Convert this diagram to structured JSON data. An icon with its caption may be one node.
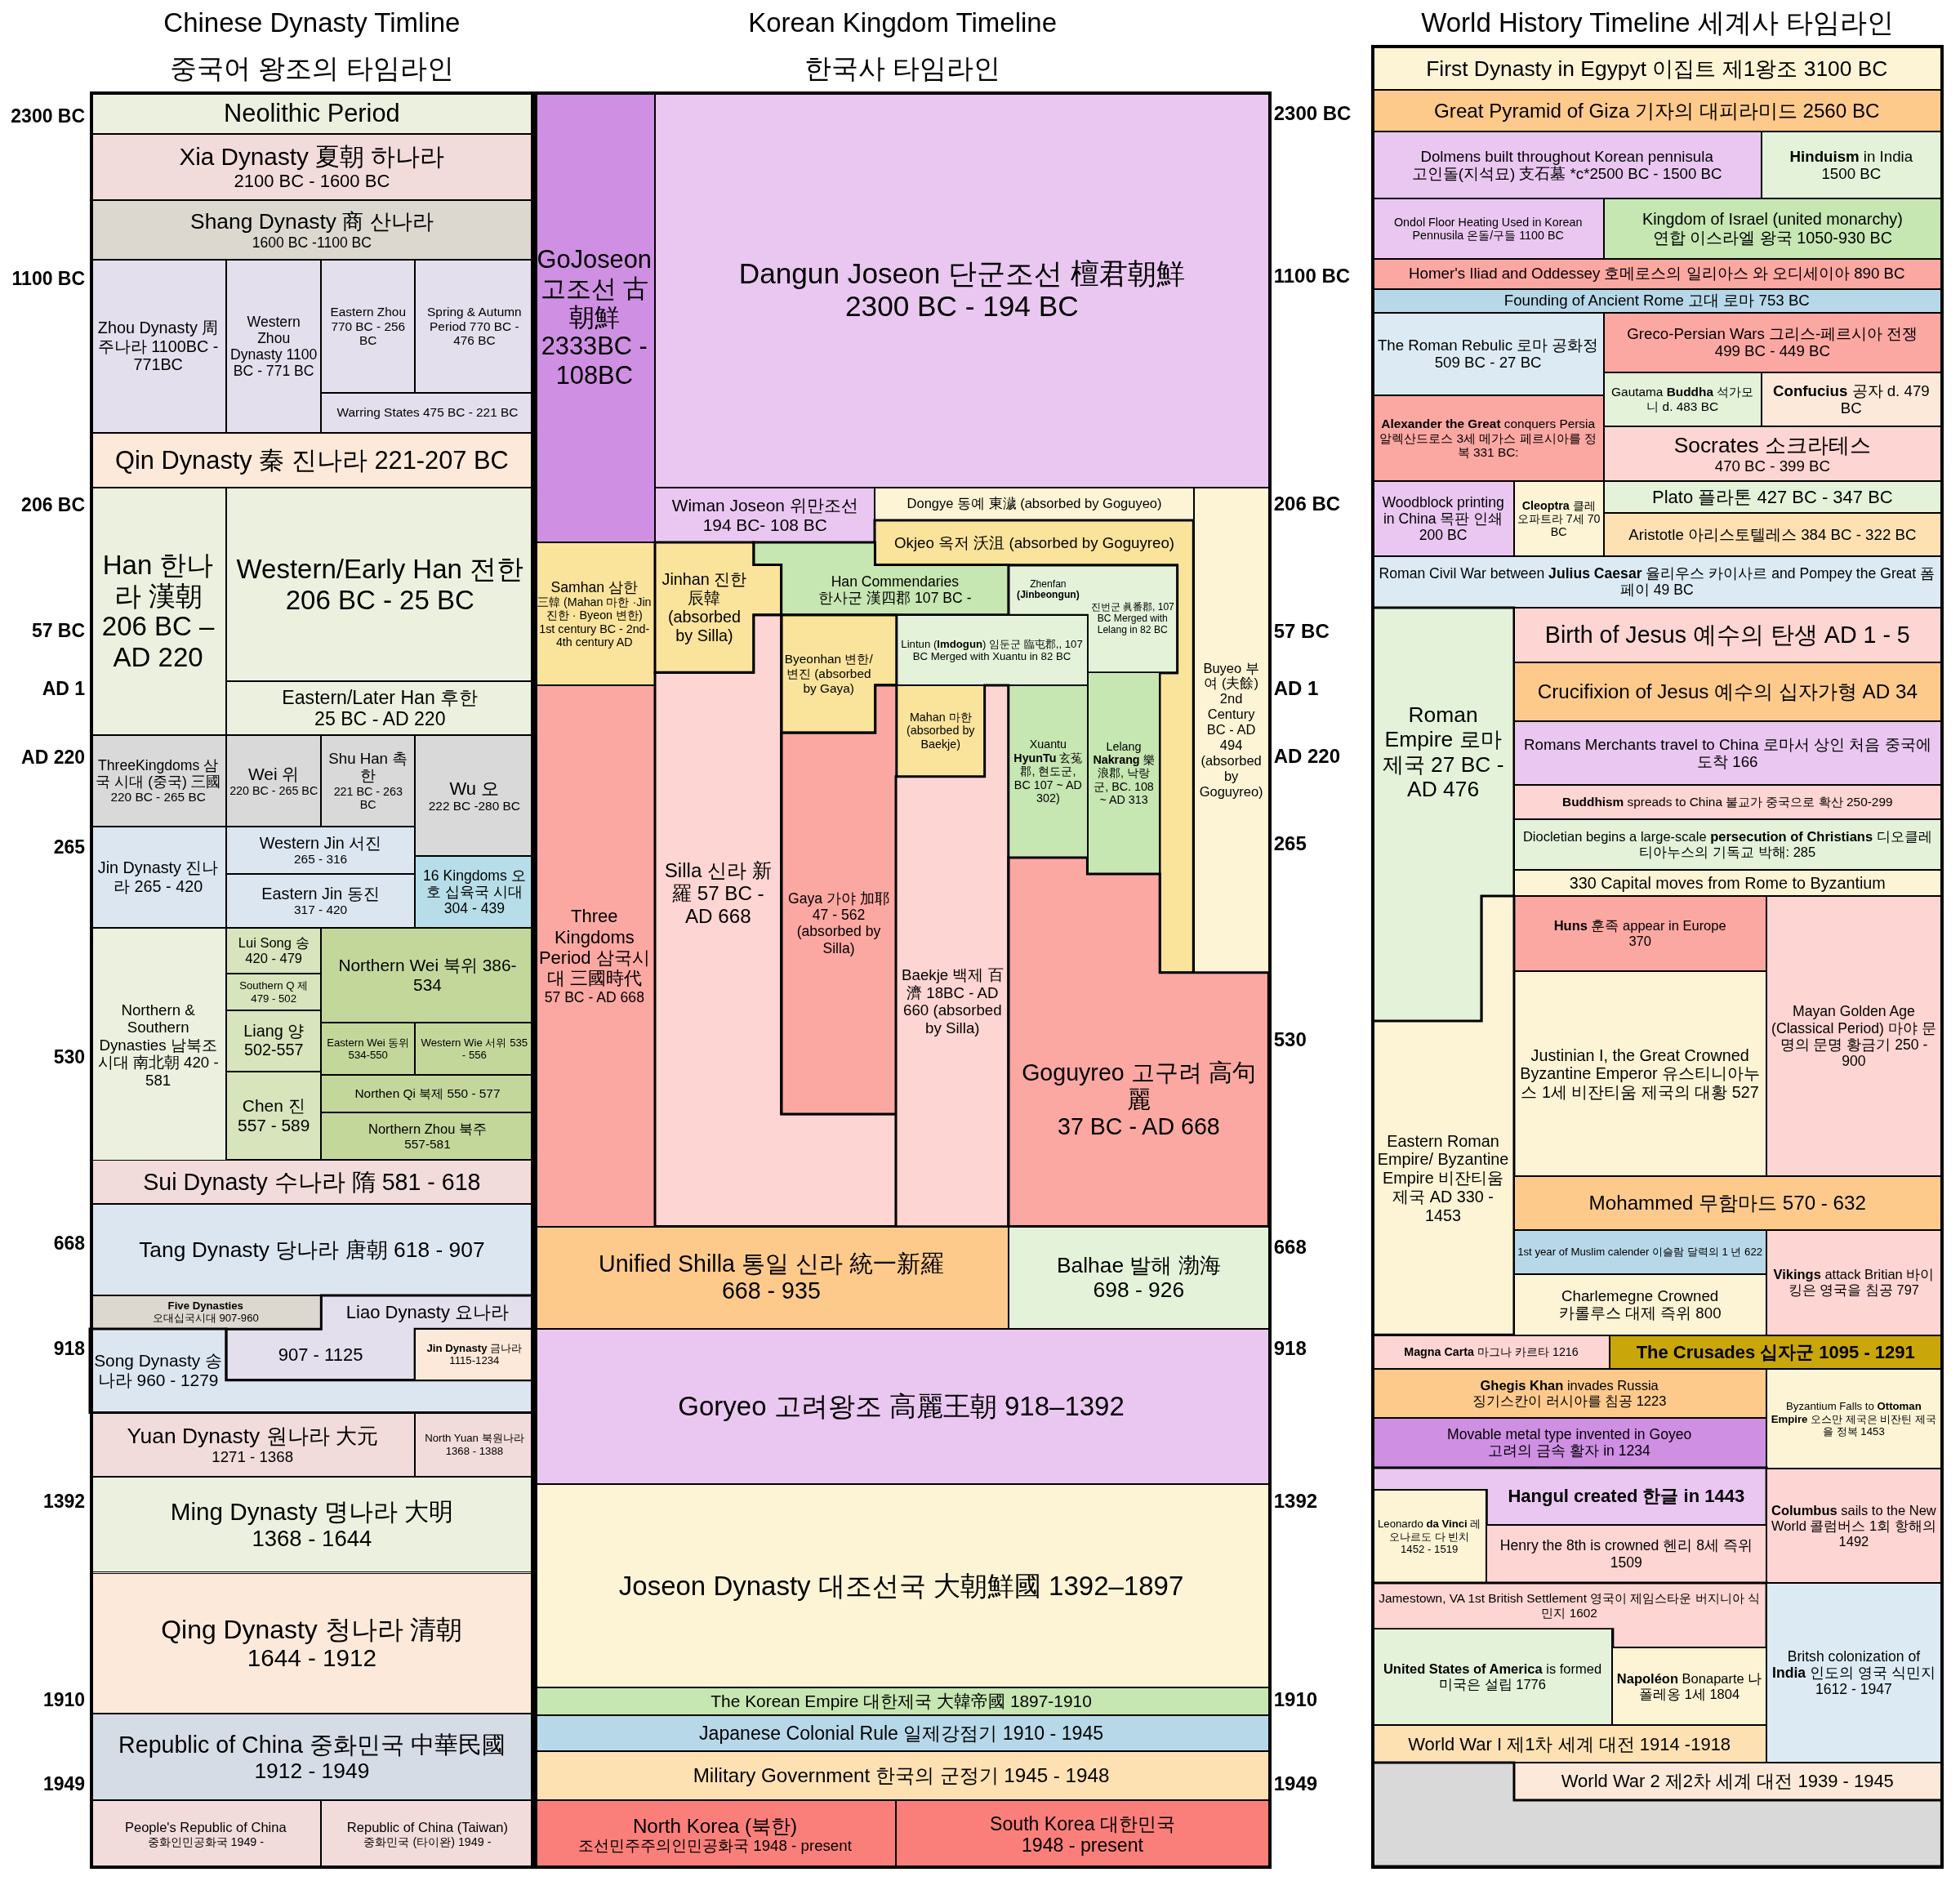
{
  "diagram": {
    "nodes": [
      {
        "text": [
          "Chinese Dynasty Timline",
          "중국어 왕조의 타임라인"
        ]
      },
      {
        "text": [
          "Neolithic Period"
        ],
        "in": 0
      },
      {
        "text": [
          "Xia Dynasty 夏朝 하나라",
          "2100 BC - 1600 BC"
        ],
        "in": 0
      },
      {
        "text": [
          "Shang Dynasty 商 산나라",
          "1600 BC -1100 BC"
        ],
        "in": 0
      },
      {
        "text": [
          "Zhou Dynasty 周 주나라 1100BC - 771BC"
        ],
        "in": 0
      },
      {
        "text": [
          "Western Zhou Dynasty 1100 BC - 771 BC"
        ],
        "in": 0
      },
      {
        "text": [
          "Eastern Zhou 770 BC - 256 BC"
        ],
        "in": 0
      },
      {
        "text": [
          "Spring & Autumn Period 770 BC - 476 BC"
        ],
        "in": 0
      },
      {
        "text": [
          "Warring States 475 BC - 221 BC"
        ],
        "in": 0
      },
      {
        "text": [
          "Qin Dynasty 秦 진나라 221-207 BC"
        ],
        "in": 0
      },
      {
        "text": [
          "Han 한나라 漢朝 206 BC – AD 220"
        ],
        "in": 0
      },
      {
        "text": [
          "Western/Early Han 전한",
          "206 BC - 25 BC"
        ],
        "in": 0
      },
      {
        "text": [
          "Eastern/Later Han 후한",
          "25 BC - AD 220"
        ],
        "in": 0
      },
      {
        "text": [
          "ThreeKingdoms 삼국 시대 (중국) 三國",
          "220 BC - 265 BC"
        ],
        "in": 0
      },
      {
        "text": [
          "Wei 위",
          "220 BC - 265 BC"
        ],
        "in": 0
      },
      {
        "text": [
          "Shu Han 촉한",
          "221 BC - 263 BC"
        ],
        "in": 0
      },
      {
        "text": [
          "Wu 오",
          "222 BC -280 BC"
        ],
        "in": 0
      },
      {
        "text": [
          "Jin Dynasty 진나라 265 - 420"
        ],
        "in": 0
      },
      {
        "text": [
          "Western Jin 서진",
          "265 - 316"
        ],
        "in": 0
      },
      {
        "text": [
          "Eastern Jin 동진",
          "317 - 420"
        ],
        "in": 0
      },
      {
        "text": [
          "16 Kingdoms 오호 십육국 시대 304 - 439"
        ],
        "in": 0
      },
      {
        "text": [
          "Northern & Southern Dynasties 남북조 시대 南北朝 420 - 581"
        ],
        "in": 0
      },
      {
        "text": [
          "Lui Song 송 420 - 479"
        ],
        "in": 0
      },
      {
        "text": [
          "Southern Q 제 479 - 502"
        ],
        "in": 0
      },
      {
        "text": [
          "Liang 양 502-557"
        ],
        "in": 0
      },
      {
        "text": [
          "Chen 진 557 - 589"
        ],
        "in": 0
      },
      {
        "text": [
          "Northern Wei 북위 386-534"
        ],
        "in": 0
      },
      {
        "text": [
          "Eastern Wei 동위 534-550"
        ],
        "in": 0
      },
      {
        "text": [
          "Western Wie 서위 535 - 556"
        ],
        "in": 0
      },
      {
        "text": [
          "Northen Qi 북제 550 - 577"
        ],
        "in": 0
      },
      {
        "text": [
          "Northern Zhou 북주",
          "557-581"
        ],
        "in": 0
      },
      {
        "text": [
          "Sui Dynasty 수나라 隋 581 - 618"
        ],
        "in": 0
      },
      {
        "text": [
          "Tang Dynasty 당나라 唐朝 618 - 907"
        ],
        "in": 0
      },
      {
        "text": [
          "Five Dynasties",
          "오대십국시대 907-960"
        ],
        "in": 0
      },
      {
        "text": [
          "Liao Dynasty 요나라",
          "907 - 1125"
        ],
        "in": 0
      },
      {
        "text": [
          "Song Dynasty 송나라 960 - 1279"
        ],
        "in": 0
      },
      {
        "text": [
          "**Jin Dynasty** 금나라 1115-1234"
        ],
        "in": 0
      },
      {
        "text": [
          "Yuan Dynasty 원나라 大元",
          "1271 - 1368"
        ],
        "in": 0
      },
      {
        "text": [
          "North Yuan 북원나라 1368 - 1388"
        ],
        "in": 0
      },
      {
        "text": [
          "Ming Dynasty 명나라 大明",
          "1368 - 1644"
        ],
        "in": 0
      },
      {
        "text": [
          "Qing Dynasty 청나라 清朝",
          "1644 - 1912"
        ],
        "in": 0
      },
      {
        "text": [
          "Republic of China 중화민국 中華民國",
          "1912 - 1949"
        ],
        "in": 0
      },
      {
        "text": [
          "People's Republic of China",
          "중화인민공화국 1949 -"
        ],
        "in": 0
      },
      {
        "text": [
          "Republic of China (Taiwan)",
          "중화민국 (타이완) 1949 -"
        ],
        "in": 0
      },
      {
        "text": [
          "Korean Kingdom Timeline",
          "한국사 타임라인"
        ]
      },
      {
        "text": [
          "GoJoseon 고조선 古朝鮮 2333BC - 108BC"
        ],
        "in": 44
      },
      {
        "text": [
          "Dangun Joseon 단군조선 檀君朝鮮",
          "2300 BC - 194 BC"
        ],
        "in": 44
      },
      {
        "text": [
          "Wiman Joseon 위만조선",
          "194 BC- 108 BC"
        ],
        "in": 44
      },
      {
        "text": [
          "Dongye 동예 東濊 (absorbed by Goguyeo)"
        ],
        "in": 44
      },
      {
        "text": [
          "Buyeo 부여 (夫餘) 2nd Century BC - AD 494 (absorbed by Goguyreo)"
        ],
        "in": 44
      },
      {
        "text": [
          "Okjeo 옥저 沃沮 (absorbed by Goguyreo)"
        ],
        "in": 44
      },
      {
        "text": [
          "Samhan 삼한",
          "三韓 (Mahan 마한 ·Jin 진한 · Byeon 변한) 1st century BC - 2nd-4th century AD"
        ],
        "in": 44
      },
      {
        "text": [
          "Jinhan 진한 辰韓 (absorbed by Silla)"
        ],
        "in": 44
      },
      {
        "text": [
          "Han Commendaries",
          "한사군 漢四郡 107 BC -"
        ],
        "in": 44
      },
      {
        "text": [
          "Zhenfan **(Jinbeongun)**",
          "진번군 眞番郡, 107 BC Merged with Lelang in 82 BC"
        ],
        "in": 44
      },
      {
        "text": [
          "Lintun (**Imdogun**) 임둔군 臨屯郡,, 107 BC Merged with Xuantu in 82 BC"
        ],
        "in": 44
      },
      {
        "text": [
          "Byeonhan 변한/변진 (absorbed by Gaya)"
        ],
        "in": 44
      },
      {
        "text": [
          "Mahan 마한 (absorbed by Baekje)"
        ],
        "in": 44
      },
      {
        "text": [
          "Xuantu **HyunTu** 玄菟郡, 현도군, BC 107 ~ AD 302)"
        ],
        "in": 44
      },
      {
        "text": [
          "Lelang **Nakrang** 樂浪郡, 낙랑군, BC. 108 ~ AD 313"
        ],
        "in": 44
      },
      {
        "text": [
          "Three Kingdoms Period 삼국시대 三國時代",
          "57 BC - AD 668"
        ],
        "in": 44
      },
      {
        "text": [
          "Silla 신라 新羅 57 BC - AD 668"
        ],
        "in": 44
      },
      {
        "text": [
          "Gaya 가야 加耶 47 - 562 (absorbed by Silla)"
        ],
        "in": 44
      },
      {
        "text": [
          "Baekje 백제 百濟 18BC - AD 660 (absorbed by Silla)"
        ],
        "in": 44
      },
      {
        "text": [
          "Goguyreo 고구려 高句麗",
          "37 BC - AD 668"
        ],
        "in": 44
      },
      {
        "text": [
          "Unified Shilla 통일 신라 統一新羅",
          "668 - 935"
        ],
        "in": 44
      },
      {
        "text": [
          "Balhae 발해 渤海",
          "698 - 926"
        ],
        "in": 44
      },
      {
        "text": [
          "Goryeo 고려왕조 高麗王朝 918–1392"
        ],
        "in": 44
      },
      {
        "text": [
          "Joseon Dynasty 대조선국 大朝鮮國 1392–1897"
        ],
        "in": 44
      },
      {
        "text": [
          "The Korean Empire 대한제국 大韓帝國 1897-1910"
        ],
        "in": 44
      },
      {
        "text": [
          "Japanese Colonial Rule 일제강점기 1910 - 1945"
        ],
        "in": 44
      },
      {
        "text": [
          "Military Government 한국의 군정기 1945 - 1948"
        ],
        "in": 44
      },
      {
        "text": [
          "North Korea (북한)",
          "조선민주주의인민공화국 1948 - present"
        ],
        "in": 44
      },
      {
        "text": [
          "South Korea 대한민국",
          "1948 - present"
        ],
        "in": 44
      },
      {
        "text": [
          "World History Timeline 세계사 타임라인"
        ]
      },
      {
        "text": [
          "First Dynasty in Egypyt 이집트 제1왕조 3100 BC"
        ],
        "in": 74
      },
      {
        "text": [
          "Great Pyramid of Giza 기자의 대피라미드 2560 BC"
        ],
        "in": 74
      },
      {
        "text": [
          "Dolmens built throughout Korean pennisula",
          "고인돌(지석묘) 支石墓 *c*2500 BC - 1500 BC"
        ],
        "in": 74
      },
      {
        "text": [
          "**Hinduism** in India",
          "1500 BC"
        ],
        "in": 74
      },
      {
        "text": [
          "Ondol Floor Heating Used in Korean Pennusila 온돌/구들 1100 BC"
        ],
        "in": 74
      },
      {
        "text": [
          "Kingdom of Israel (united monarchy)",
          "연합 이스라엘 왕국 1050-930 BC"
        ],
        "in": 74
      },
      {
        "text": [
          "Homer's Iliad and Oddessey 호메로스의 일리아스 와 오디세이아 890 BC"
        ],
        "in": 74
      },
      {
        "text": [
          "Founding of Ancient Rome 고대 로마 753 BC"
        ],
        "in": 74
      },
      {
        "text": [
          "The Roman Rebulic 로마 공화정 509 BC - 27 BC"
        ],
        "in": 74
      },
      {
        "text": [
          "Greco-Persian Wars 그리스-페르시아 전쟁",
          "499 BC - 449 BC"
        ],
        "in": 74
      },
      {
        "text": [
          "Gautama **Buddha** 석가모니 d. 483 BC"
        ],
        "in": 74
      },
      {
        "text": [
          "**Confucius** 공자 d. 479 BC"
        ],
        "in": 74
      },
      {
        "text": [
          "**Alexander the Great** conquers Persia 알렉산드로스 3세 메가스 페르시아를 정복 331 BC:"
        ],
        "in": 74
      },
      {
        "text": [
          "Socrates 소크라테스",
          "470 BC - 399 BC"
        ],
        "in": 74
      },
      {
        "text": [
          "Woodblock printing in China 목판 인쇄 200 BC"
        ],
        "in": 74
      },
      {
        "text": [
          "**Cleoptra** 클레오파트라 7세 70 BC"
        ],
        "in": 74
      },
      {
        "text": [
          "Plato 플라톤 427 BC - 347 BC"
        ],
        "in": 74
      },
      {
        "text": [
          "Aristotle 아리스토텔레스 384 BC - 322 BC"
        ],
        "in": 74
      },
      {
        "text": [
          "Roman Civil War between **Julius Caesar** 율리우스 카이사르 and Pompey the Great 폼페이 49 BC"
        ],
        "in": 74
      },
      {
        "text": [
          "Roman Empire 로마 제국 27 BC - AD 476"
        ],
        "in": 74
      },
      {
        "text": [
          "Birth of Jesus 예수의 탄생 AD 1 - 5"
        ],
        "in": 74
      },
      {
        "text": [
          "Crucifixion of Jesus 예수의 십자가형 AD 34"
        ],
        "in": 74
      },
      {
        "text": [
          "Romans Merchants travel to China 로마서 상인 처음 중국에 도착 166"
        ],
        "in": 74
      },
      {
        "text": [
          "**Buddhism** spreads to China 불교가 중국으로 확산 250-299"
        ],
        "in": 74
      },
      {
        "text": [
          "Diocletian begins a large-scale **persecution of Christians** 디오클레티아누스의 기독교 박해: 285"
        ],
        "in": 74
      },
      {
        "text": [
          "330 Capital moves from Rome to Byzantium"
        ],
        "in": 74
      },
      {
        "text": [
          "**Huns** 훈족 appear in Europe",
          "370"
        ],
        "in": 74
      },
      {
        "text": [
          "Mayan Golden Age (Classical Period) 마야 문명의 문명 황금기 250 - 900"
        ],
        "in": 74
      },
      {
        "text": [
          "Justinian I, the Great Crowned Byzantine Emperor 유스티니아누스 1세 비잔티움 제국의 대황 527"
        ],
        "in": 74
      },
      {
        "text": [
          "Eastern Roman Empire/ Byzantine Empire 비잔티움 제국 AD 330 - 1453"
        ],
        "in": 74
      },
      {
        "text": [
          "Mohammed 무함마드 570 - 632"
        ],
        "in": 74
      },
      {
        "text": [
          "1st year of Muslim calender 이슬람 달력의 1 년 622"
        ],
        "in": 74
      },
      {
        "text": [
          "**Vikings** attack Britian 바이킹은 영국을 침공 797"
        ],
        "in": 74
      },
      {
        "text": [
          "Charlemegne Crowned",
          "카롤루스 대제 즉위 800"
        ],
        "in": 74
      },
      {
        "text": [
          "**Magna Carta** 마그나 카르타 1216"
        ],
        "in": 74
      },
      {
        "text": [
          "The Crusades 십자군 1095 - 1291"
        ],
        "in": 74
      },
      {
        "text": [
          "**Ghegis Khan** invades Russia",
          "징기스칸이 러시아를 침공 1223"
        ],
        "in": 74
      },
      {
        "text": [
          "Byzantium Falls to **Ottoman Empire** 오스만 제국은 비잔틴 제국을 정복 1453"
        ],
        "in": 74
      },
      {
        "text": [
          "Movable metal type invented in Goyeo",
          "고려의 금속 활자 in 1234"
        ],
        "in": 74
      },
      {
        "text": [
          "Hangul created 한글 in 1443"
        ],
        "in": 74
      },
      {
        "text": [
          "**Columbus** sails to the New World 콜럼버스 1회 항해의 1492"
        ],
        "in": 74
      },
      {
        "text": [
          "Leonardo **da Vinci** 레오나르도 다 빈치 1452 - 1519"
        ],
        "in": 74
      },
      {
        "text": [
          "Henry the 8th is crowned 헨리 8세 즉위 1509"
        ],
        "in": 74
      },
      {
        "text": [
          "Jamestown, VA 1st British Settlement 영국이 제임스타운 버지니아 식민지 1602"
        ],
        "in": 74
      },
      {
        "text": [
          "Britsh colonization of **India** 인도의 영국 식민지 1612 - 1947"
        ],
        "in": 74
      },
      {
        "text": [
          "**United States of America** is formed 미국은 설립 1776"
        ],
        "in": 74
      },
      {
        "text": [
          "**Napoléon** Bonaparte 나폴레옹 1세 1804"
        ],
        "in": 74
      },
      {
        "text": [
          "World War I 제1차 세계 대전 1914 -1918"
        ],
        "in": 74
      },
      {
        "text": [
          "World War 2 제2차 세계 대전 1939 - 1945"
        ],
        "in": 74
      },
      {
        "text": [],
        "shape": "box",
        "in": 74
      }
    ],
    "labels": [
      "2300 BC",
      "1100 BC",
      "206 BC",
      "57 BC",
      "AD 1",
      "AD 220",
      "265",
      "530",
      "668",
      "918",
      "1392",
      "1910",
      "1949",
      "2300 BC",
      "1100 BC",
      "206 BC",
      "57 BC",
      "AD 1",
      "AD 220",
      "265",
      "530",
      "668",
      "918",
      "1392",
      "1910",
      "1949"
    ]
  }
}
